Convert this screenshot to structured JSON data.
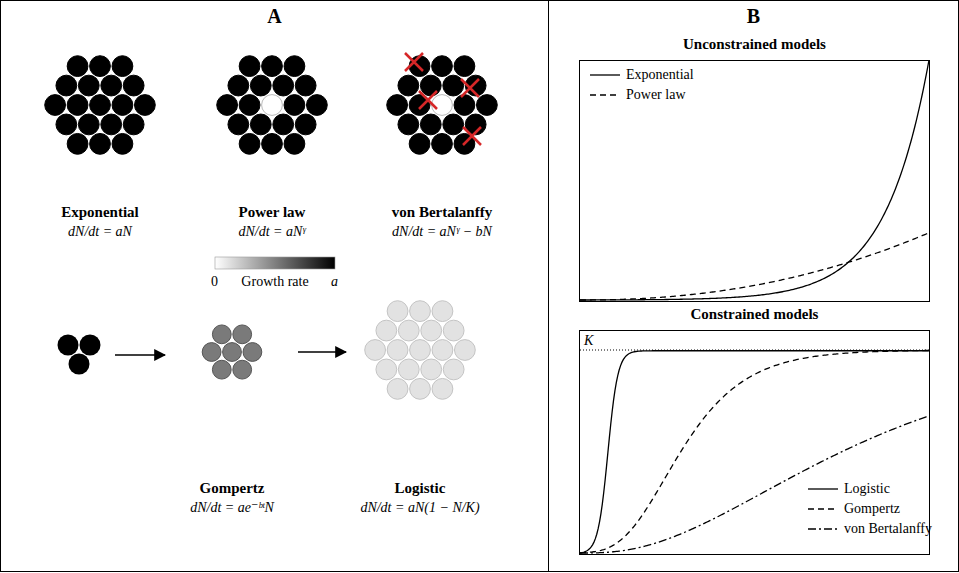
{
  "diagram": {
    "nodes": [
      {
        "text": [
          "A"
        ]
      },
      {
        "text": [
          "B"
        ]
      },
      {
        "text": [
          "Exponential",
          "dN/dt = aN"
        ],
        "in": 0
      },
      {
        "text": [
          "Power law",
          "dN/dt = aNᵞ"
        ],
        "in": 0
      },
      {
        "text": [
          "von Bertalanffy",
          "dN/dt = aNᵞ − bN"
        ],
        "in": 0
      },
      {
        "text": [
          "Gompertz",
          "dN/dt = ae⁻ᵇᵗN"
        ],
        "in": 0
      },
      {
        "text": [
          "Logistic",
          "dN/dt = aN(1 − N/K)"
        ],
        "in": 0
      },
      {
        "text": [
          "Unconstrained models"
        ],
        "in": 1
      },
      {
        "text": [
          "Constrained models"
        ],
        "in": 1
      }
    ],
    "edges": [
      {
        "from": 5,
        "to": 6,
        "arrow": "to"
      }
    ],
    "labels": [
      "0",
      "Growth rate",
      "a",
      "K"
    ],
    "legend": [
      {
        "text": "Exponential"
      },
      {
        "text": "Power law"
      },
      {
        "text": "Logistic"
      },
      {
        "text": "Gompertz"
      },
      {
        "text": "von Bertalanffy"
      }
    ]
  }
}
